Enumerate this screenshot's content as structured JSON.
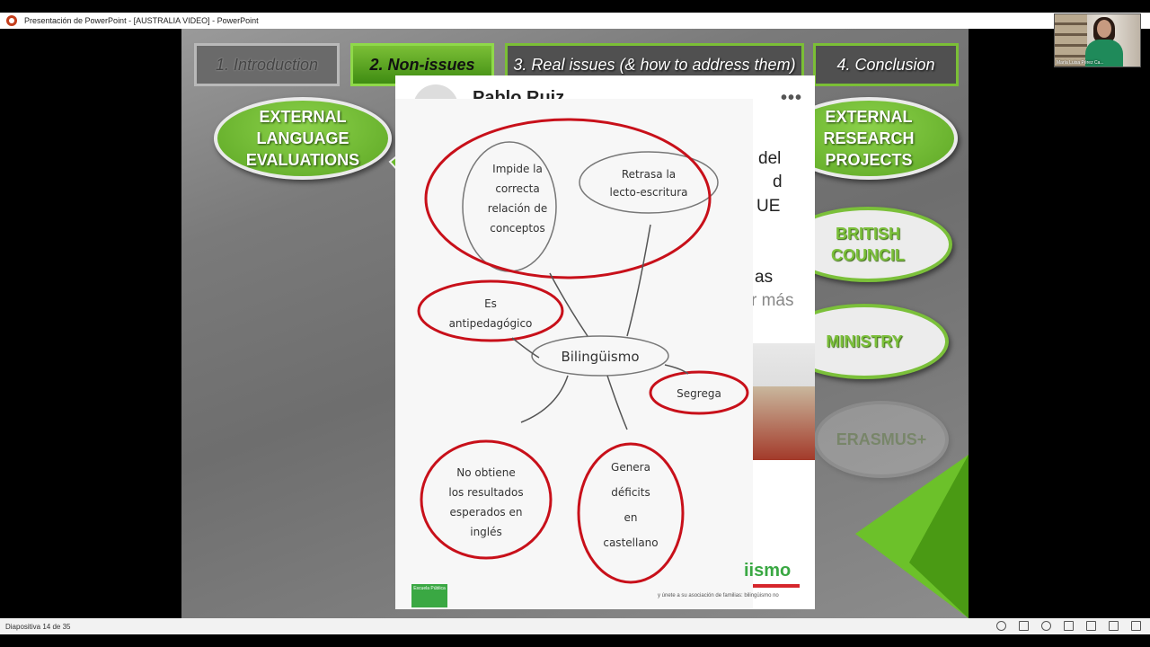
{
  "window": {
    "title": "Presentación de PowerPoint - [AUSTRALIA VIDEO] - PowerPoint"
  },
  "webcam": {
    "name": "María Luisa Pérez Ca..."
  },
  "tabs": [
    {
      "label": "1. Introduction"
    },
    {
      "label": "2. Non-issues"
    },
    {
      "label": "3. Real issues (& how to address them)"
    },
    {
      "label": "4. Conclusion"
    }
  ],
  "left_oval": {
    "label": "EXTERNAL LANGUAGE EVALUATIONS"
  },
  "right_ovals": [
    {
      "label": "EXTERNAL RESEARCH PROJECTS"
    },
    {
      "label": "BRITISH COUNCIL"
    },
    {
      "label": "MINISTRY"
    },
    {
      "label": "ERASMUS+"
    }
  ],
  "post": {
    "author": "Pablo Ruiz",
    "more": "•••",
    "snippets": [
      "del",
      "d",
      "UE",
      "as",
      "r más"
    ],
    "logo": "iismo",
    "footer": "y únete a su asociación de familias: bilingüismo no"
  },
  "mindmap": {
    "center": "Bilingüismo",
    "nodes": [
      {
        "lines": [
          "Impide la",
          "correcta",
          "relación de",
          "conceptos"
        ]
      },
      {
        "lines": [
          "Retrasa  la",
          "lecto-escritura"
        ]
      },
      {
        "lines": [
          "Es",
          "antipedagógico"
        ]
      },
      {
        "lines": [
          "Segrega"
        ]
      },
      {
        "lines": [
          "No obtiene",
          "los resultados",
          "esperados en",
          "inglés"
        ]
      },
      {
        "lines": [
          "Genera",
          "déficits",
          "en",
          "castellano"
        ]
      }
    ]
  },
  "status": {
    "slide": "Diapositiva 14 de 35"
  },
  "colors": {
    "accent_green": "#7bc03a",
    "circle_red": "#c8101a"
  }
}
